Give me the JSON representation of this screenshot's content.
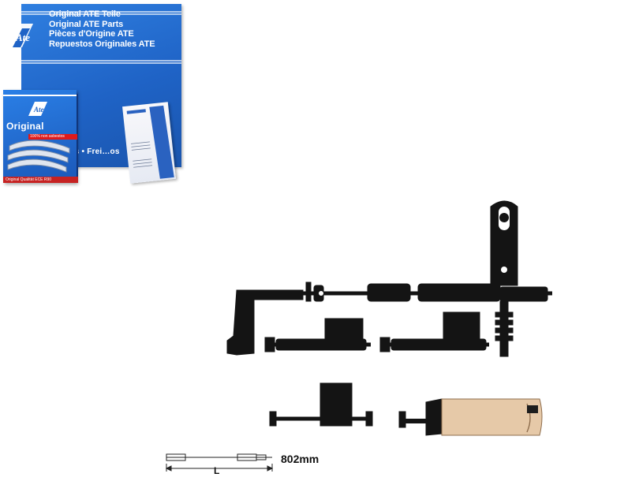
{
  "packaging": {
    "large_box_lines": [
      "Original ATE Teile",
      "Original ATE Parts",
      "Pièces d'Origine ATE",
      "Repuestos Originales ATE"
    ],
    "large_box_bottom": "Brakes • Frei…os",
    "logo_text": "Ate",
    "small_box_title": "Original",
    "small_box_band": "100% non asbestos",
    "small_box_bottom": "Original Qualität   ECE R90"
  },
  "dimension": {
    "value": "802mm",
    "symbol": "L"
  },
  "colors": {
    "ate_blue": "#1f63c6",
    "product_black": "#111111",
    "sleeve_beige": "#e6c9a8"
  }
}
